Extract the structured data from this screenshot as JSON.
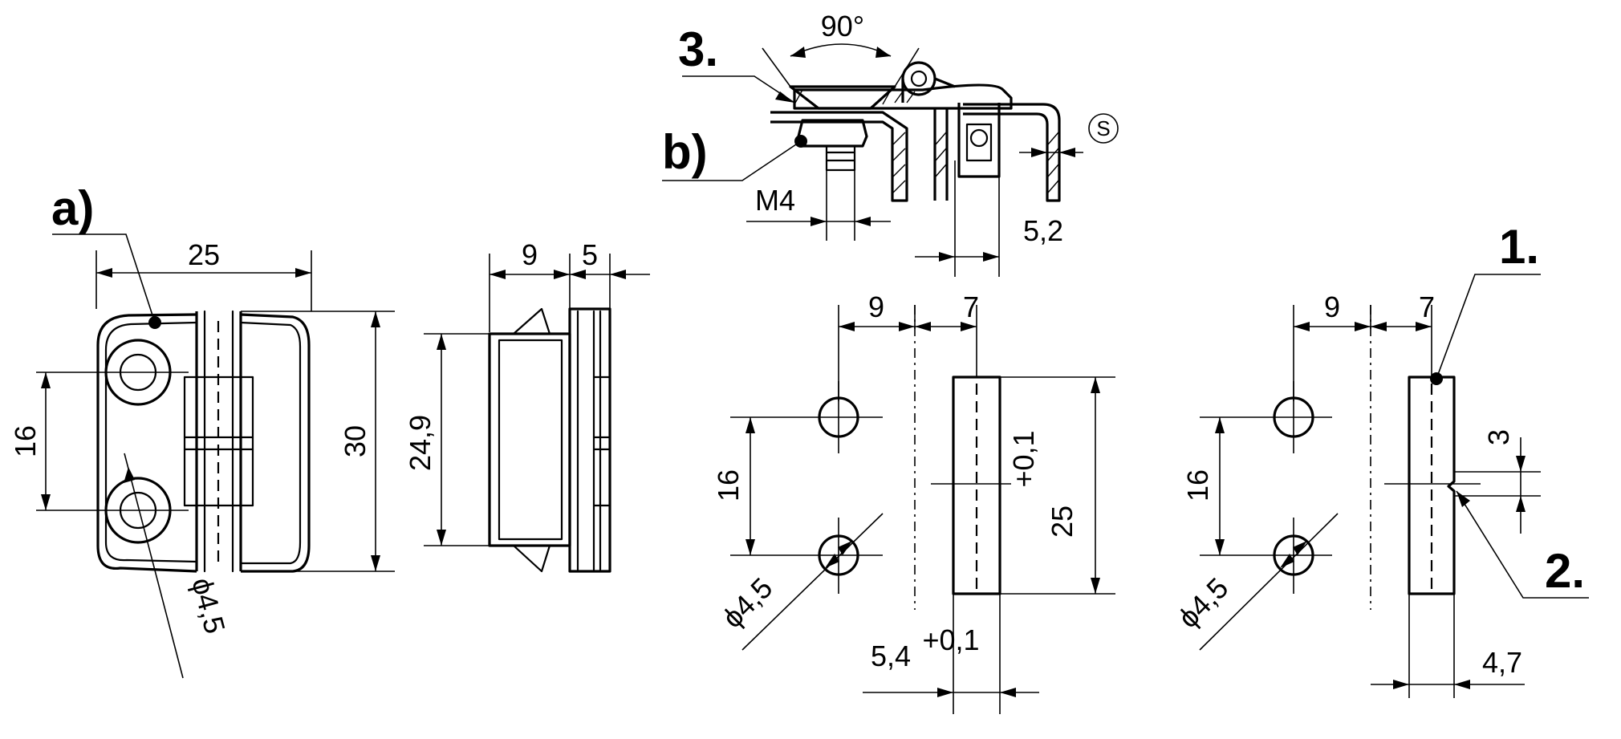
{
  "labels": {
    "a": "a)",
    "b": "b)",
    "three": "3.",
    "one": "1.",
    "two": "2."
  },
  "dimensions": {
    "view_a_width": "25",
    "view_a_hole_pitch": "16",
    "view_a_height": "30",
    "view_a_hole_dia": "ϕ4,5",
    "side_height": "24,9",
    "side_depth_1": "9",
    "side_depth_2": "5",
    "section_angle": "90°",
    "section_thread": "M4",
    "section_offset": "5,2",
    "section_symbol": "S",
    "cutout1_pitch_x": "9",
    "cutout1_width": "7",
    "cutout1_hole_pitch": "16",
    "cutout1_hole_dia": "ϕ4,5",
    "cutout1_slot_length": "25",
    "cutout1_slot_length_tol": "+0,1",
    "cutout1_slot_width": "5,4",
    "cutout1_slot_width_tol": "+0,1",
    "cutout2_pitch_x": "9",
    "cutout2_width": "7",
    "cutout2_hole_pitch": "16",
    "cutout2_notch": "3",
    "cutout2_hole_dia": "ϕ4,5",
    "cutout2_slot_width": "4,7"
  }
}
